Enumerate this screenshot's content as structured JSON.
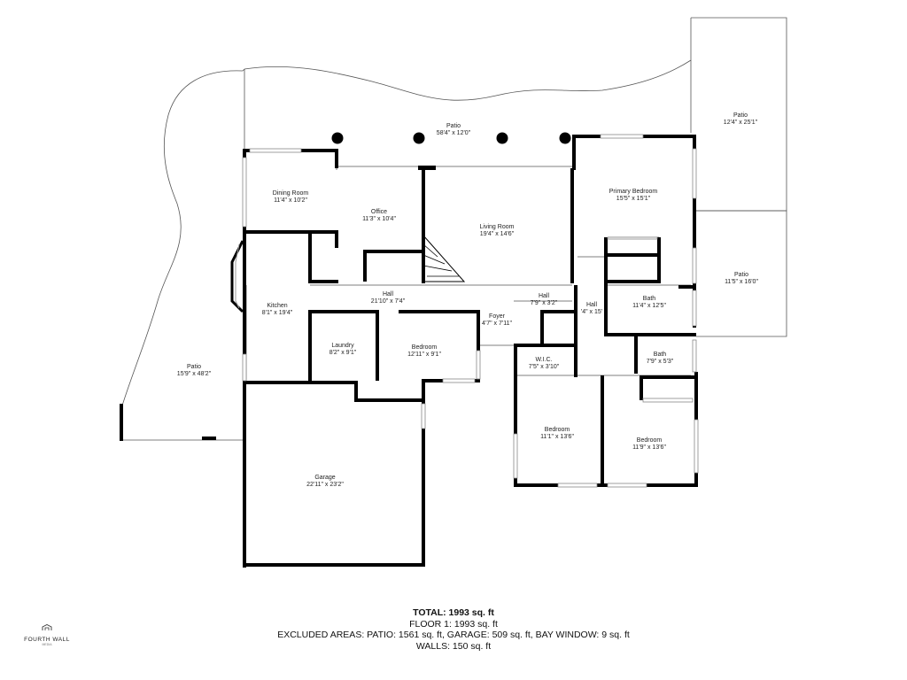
{
  "rooms": [
    {
      "name": "Patio",
      "dim": "58'4\" x 12'0\""
    },
    {
      "name": "Patio",
      "dim": "12'4\" x 25'1\""
    },
    {
      "name": "Dining Room",
      "dim": "11'4\" x 10'2\""
    },
    {
      "name": "Office",
      "dim": "11'3\" x 10'4\""
    },
    {
      "name": "Living Room",
      "dim": "19'4\" x 14'6\""
    },
    {
      "name": "Primary Bedroom",
      "dim": "15'5\" x 15'1\""
    },
    {
      "name": "Patio",
      "dim": "11'5\" x 16'0\""
    },
    {
      "name": "Kitchen",
      "dim": "8'1\" x 19'4\""
    },
    {
      "name": "Hall",
      "dim": "21'10\" x 7'4\""
    },
    {
      "name": "Hall",
      "dim": "7'9\" x 3'2\""
    },
    {
      "name": "Hall",
      "dim": "'4\" x 15'"
    },
    {
      "name": "Bath",
      "dim": "11'4\" x 12'5\""
    },
    {
      "name": "Foyer",
      "dim": "4'7\" x 7'11\""
    },
    {
      "name": "Laundry",
      "dim": "8'2\" x 9'1\""
    },
    {
      "name": "Bedroom",
      "dim": "12'11\" x 9'1\""
    },
    {
      "name": "Bath",
      "dim": "7'9\" x 5'3\""
    },
    {
      "name": "W.I.C.",
      "dim": "7'5\" x 3'10\""
    },
    {
      "name": "Patio",
      "dim": "15'9\" x 48'2\""
    },
    {
      "name": "Bedroom",
      "dim": "11'1\" x 13'6\""
    },
    {
      "name": "Bedroom",
      "dim": "11'9\" x 13'6\""
    },
    {
      "name": "Garage",
      "dim": "22'11\" x 23'2\""
    }
  ],
  "totals": {
    "total": "TOTAL: 1993 sq. ft",
    "floor1": "FLOOR 1: 1993 sq. ft",
    "excluded": "EXCLUDED AREAS: PATIO: 1561 sq. ft, GARAGE: 509 sq. ft, BAY WINDOW: 9 sq. ft",
    "walls": "WALLS: 150 sq. ft"
  },
  "logo": {
    "name": "FOURTH WALL",
    "tagline": "MEDIA"
  }
}
